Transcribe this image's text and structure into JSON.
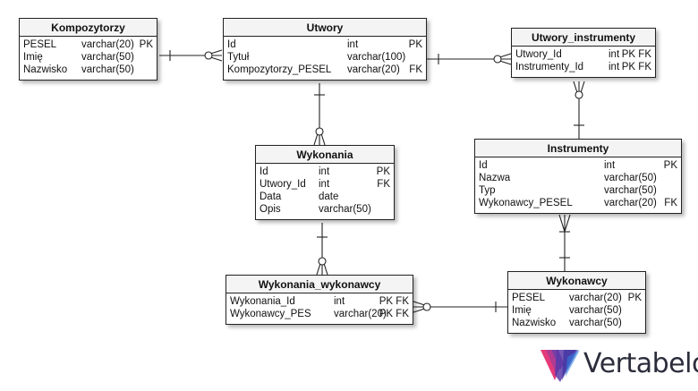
{
  "entities": {
    "kompozytorzy": {
      "title": "Kompozytorzy",
      "columns": [
        {
          "name": "PESEL",
          "type": "varchar(20)",
          "key": "PK"
        },
        {
          "name": "Imię",
          "type": "varchar(50)",
          "key": ""
        },
        {
          "name": "Nazwisko",
          "type": "varchar(50)",
          "key": ""
        }
      ]
    },
    "utwory": {
      "title": "Utwory",
      "columns": [
        {
          "name": "Id",
          "type": "int",
          "key": "PK"
        },
        {
          "name": "Tytuł",
          "type": "varchar(100)",
          "key": ""
        },
        {
          "name": "Kompozytorzy_PESEL",
          "type": "varchar(20)",
          "key": "FK"
        }
      ]
    },
    "utwory_instrumenty": {
      "title": "Utwory_instrumenty",
      "columns": [
        {
          "name": "Utwory_Id",
          "type": "int",
          "key": "PK FK"
        },
        {
          "name": "Instrumenty_Id",
          "type": "int",
          "key": "PK FK"
        }
      ]
    },
    "wykonania": {
      "title": "Wykonania",
      "columns": [
        {
          "name": "Id",
          "type": "int",
          "key": "PK"
        },
        {
          "name": "Utwory_Id",
          "type": "int",
          "key": "FK"
        },
        {
          "name": "Data",
          "type": "date",
          "key": ""
        },
        {
          "name": "Opis",
          "type": "varchar(50)",
          "key": ""
        }
      ]
    },
    "instrumenty": {
      "title": "Instrumenty",
      "columns": [
        {
          "name": "Id",
          "type": "int",
          "key": "PK"
        },
        {
          "name": "Nazwa",
          "type": "varchar(50)",
          "key": ""
        },
        {
          "name": "Typ",
          "type": "varchar(50)",
          "key": ""
        },
        {
          "name": "Wykonawcy_PESEL",
          "type": "varchar(20)",
          "key": "FK"
        }
      ]
    },
    "wykonania_wykonawcy": {
      "title": "Wykonania_wykonawcy",
      "columns": [
        {
          "name": "Wykonania_Id",
          "type": "int",
          "key": "PK FK"
        },
        {
          "name": "Wykonawcy_PES",
          "type": "varchar(20)",
          "key": "PK FK"
        }
      ]
    },
    "wykonawcy": {
      "title": "Wykonawcy",
      "columns": [
        {
          "name": "PESEL",
          "type": "varchar(20)",
          "key": "PK"
        },
        {
          "name": "Imię",
          "type": "varchar(50)",
          "key": ""
        },
        {
          "name": "Nazwisko",
          "type": "varchar(50)",
          "key": ""
        }
      ]
    }
  },
  "logo": {
    "text": "Vertabelo"
  },
  "colors": {
    "border": "#222222",
    "logo_text": "#2b2d3b"
  }
}
